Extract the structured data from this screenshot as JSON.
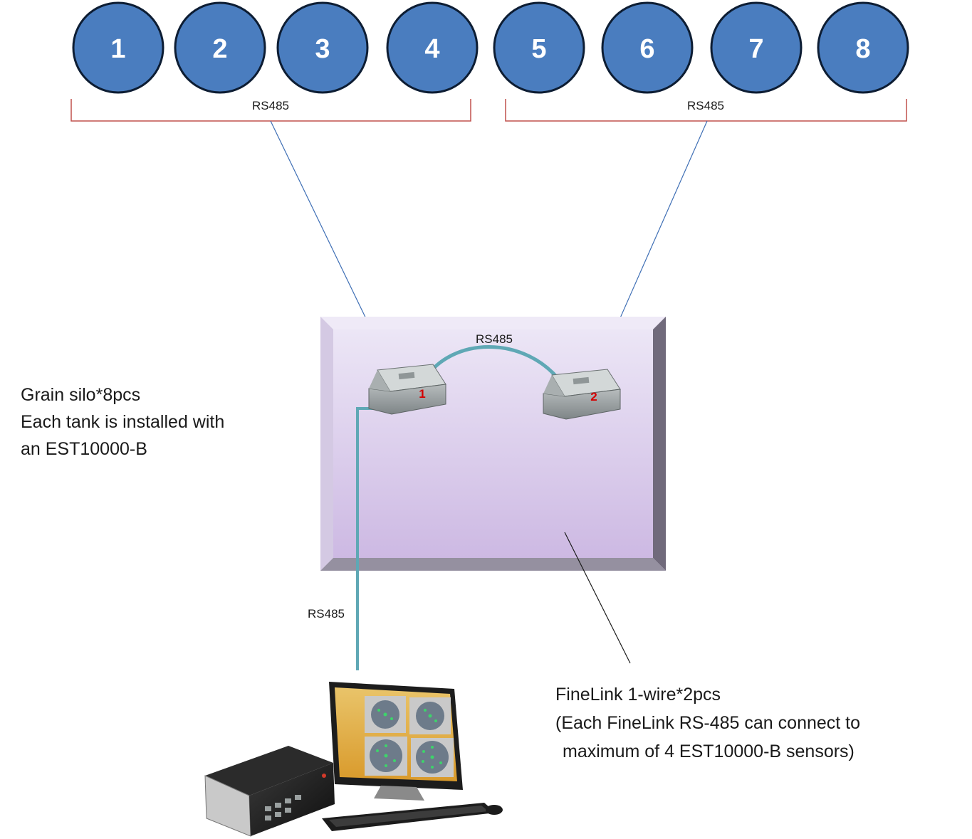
{
  "silos": [
    "1",
    "2",
    "3",
    "4",
    "5",
    "6",
    "7",
    "8"
  ],
  "buses": {
    "left_group": "RS485",
    "right_group": "RS485",
    "link": "RS485",
    "to_pc": "RS485"
  },
  "devices": [
    "1",
    "2"
  ],
  "notes": {
    "silo": [
      "Grain silo*8pcs",
      "Each tank is installed with",
      "an EST10000-B"
    ],
    "finelink": [
      "FineLink 1-wire*2pcs",
      "(Each FineLink RS-485 can connect to",
      "maximum of 4 EST10000-B sensors)"
    ]
  },
  "colors": {
    "silo_fill": "#4a7dbf",
    "silo_stroke": "#0d1d33",
    "bracket": "#c0504d",
    "connector": "#3f6fb5",
    "cable": "#5fa8b5",
    "panel": "#d9cbec"
  },
  "icons": [
    "finelink-device-icon",
    "industrial-pc-icon",
    "monitor-icon",
    "keyboard-icon"
  ]
}
